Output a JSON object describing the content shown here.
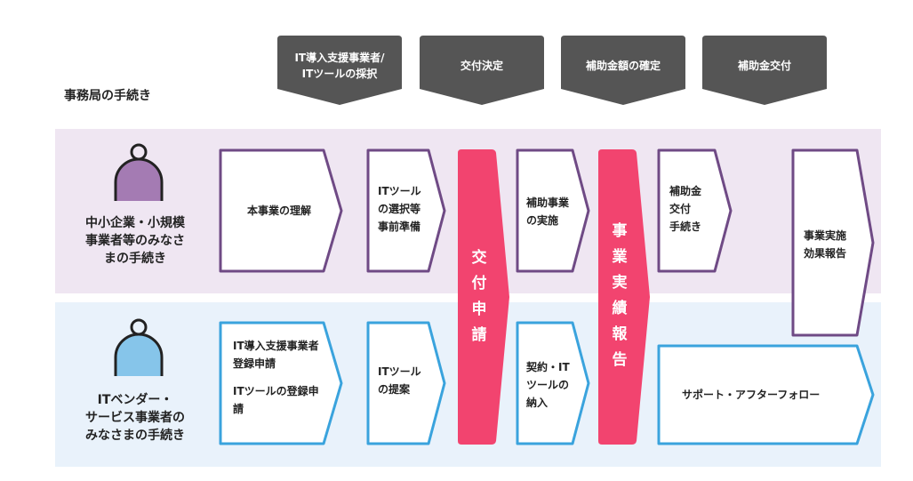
{
  "office": {
    "title": "事務局の手続き",
    "steps": [
      {
        "line1": "IT導入支援事業者/",
        "line2": "ITツールの採択"
      },
      {
        "line1": "交付決定",
        "line2": ""
      },
      {
        "line1": "補助金額の確定",
        "line2": ""
      },
      {
        "line1": "補助金交付",
        "line2": ""
      }
    ]
  },
  "sme": {
    "label": [
      "中小企業・小規模",
      "事業者等のみなさ",
      "まの手続き"
    ],
    "steps": {
      "understand": [
        "本事業の理解"
      ],
      "select": [
        "ITツール",
        "の選択等",
        "事前準備"
      ],
      "implement": [
        "補助事業",
        "の実施"
      ],
      "grant": [
        "補助金",
        "交付",
        "手続き"
      ],
      "effect": [
        "事業実施",
        "効果報告"
      ]
    }
  },
  "vendor": {
    "label": [
      "ITベンダー・",
      "サービス事業者の",
      "みなさまの手続き"
    ],
    "steps": {
      "register": [
        "IT導入支援事業者",
        "登録申請",
        "ITツールの登録申",
        "請"
      ],
      "propose": [
        "ITツール",
        "の提案"
      ],
      "contract": [
        "契約・IT",
        "ツールの",
        "納入"
      ],
      "support": [
        "サポート・アフターフォロー"
      ]
    }
  },
  "shared": {
    "apply": [
      "交",
      "付",
      "申",
      "請"
    ],
    "report": [
      "事",
      "業",
      "実",
      "績",
      "報",
      "告"
    ]
  },
  "colors": {
    "sme_band": "#efe6f2",
    "vendor_band": "#e9f2fb",
    "sme_border": "#6f4a85",
    "vendor_border": "#3aa3dd",
    "highlight": "#f2446f",
    "office": "#555555",
    "sme_person": "#a47bb3",
    "vendor_person": "#86c5ea"
  }
}
